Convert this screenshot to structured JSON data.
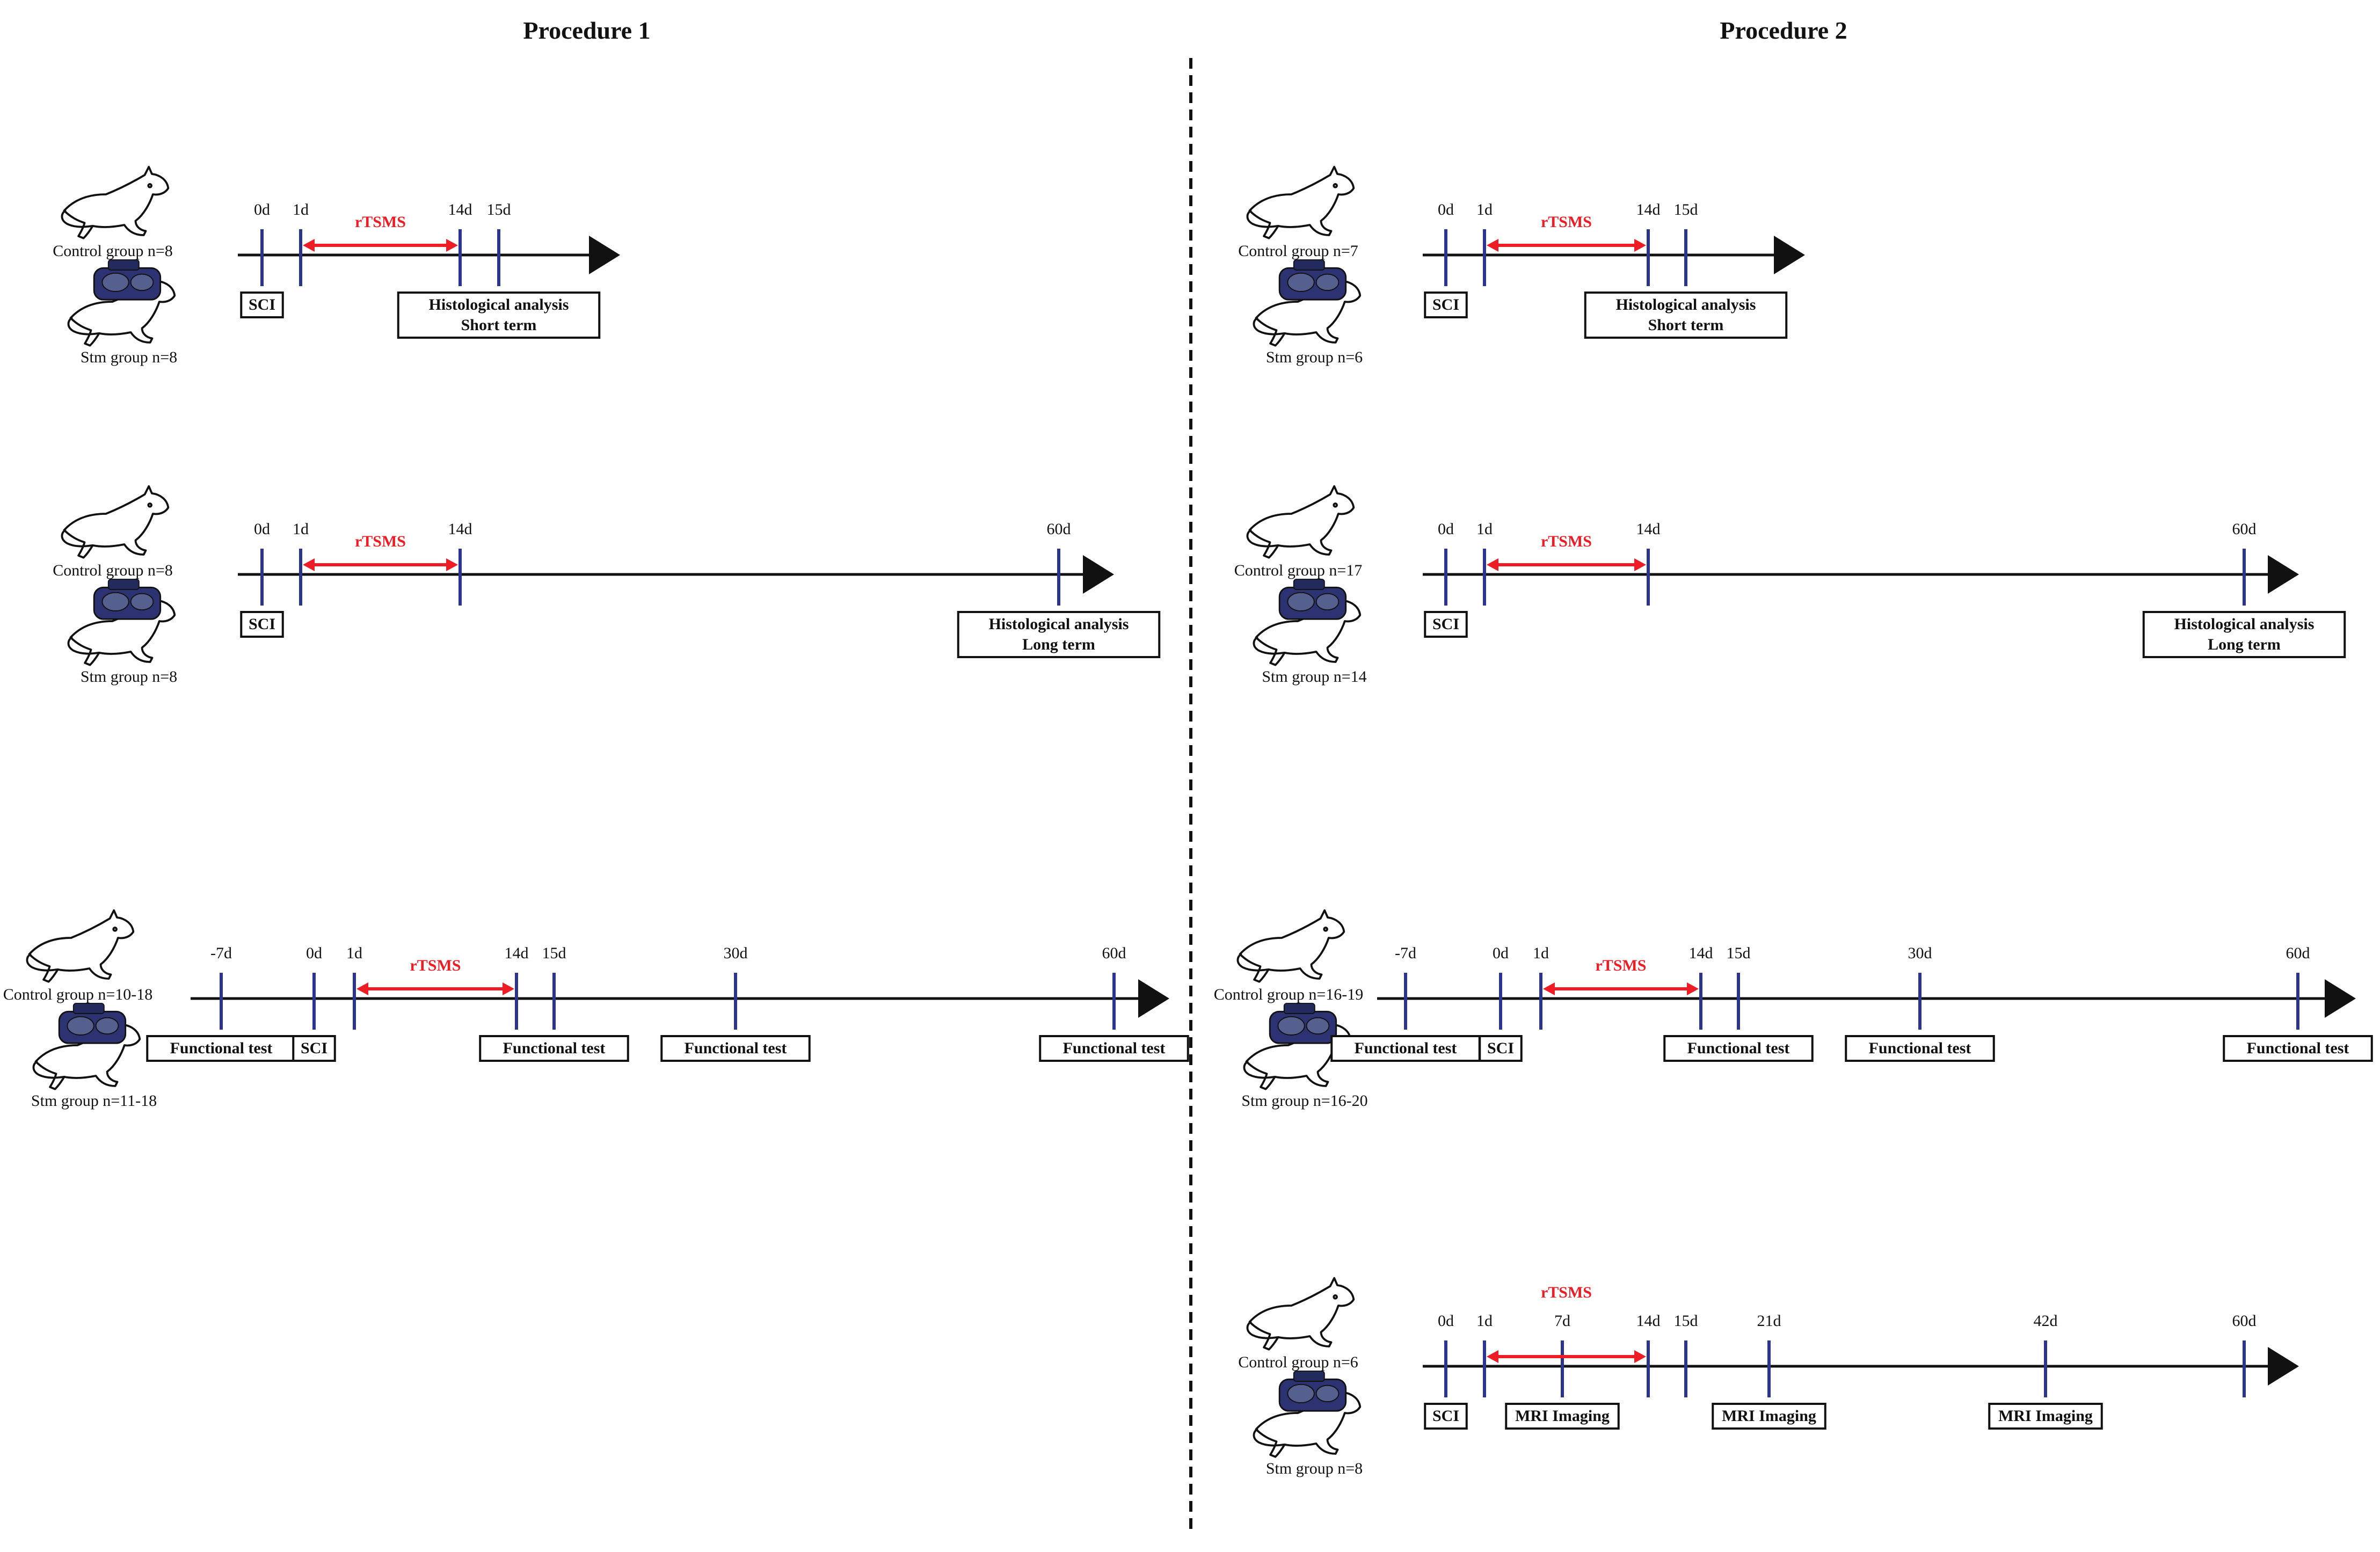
{
  "colors": {
    "axis": "#111111",
    "tick": "#2b3590",
    "rtsms": "#ee1c24",
    "device": "#2d3272"
  },
  "icons": {
    "control": "rat-outline-icon",
    "stim": "rat-with-stimulation-coil-icon"
  },
  "procedures": [
    {
      "heading": "Procedure 1",
      "timelines": [
        {
          "control_label": "Control group n=8",
          "stim_label": "Stm group n=8",
          "ticks": [
            "0d",
            "1d",
            "14d",
            "15d"
          ],
          "rtsms": {
            "label": "rTSMS",
            "from": "1d",
            "to": "14d"
          },
          "boxes": [
            {
              "at": "0d",
              "lines": [
                "SCI"
              ]
            },
            {
              "at": "15d",
              "lines": [
                "Histological analysis",
                "Short term"
              ]
            }
          ]
        },
        {
          "control_label": "Control group n=8",
          "stim_label": "Stm group n=8",
          "ticks": [
            "0d",
            "1d",
            "14d",
            "60d"
          ],
          "rtsms": {
            "label": "rTSMS",
            "from": "1d",
            "to": "14d"
          },
          "boxes": [
            {
              "at": "0d",
              "lines": [
                "SCI"
              ]
            },
            {
              "at": "60d",
              "lines": [
                "Histological analysis",
                "Long term"
              ]
            }
          ]
        },
        {
          "control_label": "Control group n=10-18",
          "stim_label": "Stm group n=11-18",
          "ticks": [
            "-7d",
            "0d",
            "1d",
            "14d",
            "15d",
            "30d",
            "60d"
          ],
          "rtsms": {
            "label": "rTSMS",
            "from": "1d",
            "to": "14d"
          },
          "boxes": [
            {
              "at": "-7d",
              "lines": [
                "Functional test"
              ]
            },
            {
              "at": "0d",
              "lines": [
                "SCI"
              ]
            },
            {
              "at": "15d",
              "lines": [
                "Functional test"
              ]
            },
            {
              "at": "30d",
              "lines": [
                "Functional test"
              ]
            },
            {
              "at": "60d",
              "lines": [
                "Functional test"
              ]
            }
          ]
        }
      ]
    },
    {
      "heading": "Procedure 2",
      "timelines": [
        {
          "control_label": "Control group n=7",
          "stim_label": "Stm group n=6",
          "ticks": [
            "0d",
            "1d",
            "14d",
            "15d"
          ],
          "rtsms": {
            "label": "rTSMS",
            "from": "1d",
            "to": "14d"
          },
          "boxes": [
            {
              "at": "0d",
              "lines": [
                "SCI"
              ]
            },
            {
              "at": "15d",
              "lines": [
                "Histological analysis",
                "Short term"
              ]
            }
          ]
        },
        {
          "control_label": "Control group n=17",
          "stim_label": "Stm group n=14",
          "ticks": [
            "0d",
            "1d",
            "14d",
            "60d"
          ],
          "rtsms": {
            "label": "rTSMS",
            "from": "1d",
            "to": "14d"
          },
          "boxes": [
            {
              "at": "0d",
              "lines": [
                "SCI"
              ]
            },
            {
              "at": "60d",
              "lines": [
                "Histological analysis",
                "Long term"
              ]
            }
          ]
        },
        {
          "control_label": "Control group n=16-19",
          "stim_label": "Stm group n=16-20",
          "ticks": [
            "-7d",
            "0d",
            "1d",
            "14d",
            "15d",
            "30d",
            "60d"
          ],
          "rtsms": {
            "label": "rTSMS",
            "from": "1d",
            "to": "14d"
          },
          "boxes": [
            {
              "at": "-7d",
              "lines": [
                "Functional test"
              ]
            },
            {
              "at": "0d",
              "lines": [
                "SCI"
              ]
            },
            {
              "at": "15d",
              "lines": [
                "Functional test"
              ]
            },
            {
              "at": "30d",
              "lines": [
                "Functional test"
              ]
            },
            {
              "at": "60d",
              "lines": [
                "Functional test"
              ]
            }
          ]
        },
        {
          "control_label": "Control group n=6",
          "stim_label": "Stm group n=8",
          "ticks": [
            "0d",
            "1d",
            "7d",
            "14d",
            "15d",
            "21d",
            "42d",
            "60d"
          ],
          "rtsms": {
            "label": "rTSMS",
            "from": "1d",
            "to": "14d"
          },
          "boxes": [
            {
              "at": "0d",
              "lines": [
                "SCI"
              ]
            },
            {
              "at": "7d",
              "lines": [
                "MRI Imaging"
              ]
            },
            {
              "at": "21d",
              "lines": [
                "MRI Imaging"
              ]
            },
            {
              "at": "42d",
              "lines": [
                "MRI Imaging"
              ]
            }
          ]
        }
      ]
    }
  ]
}
